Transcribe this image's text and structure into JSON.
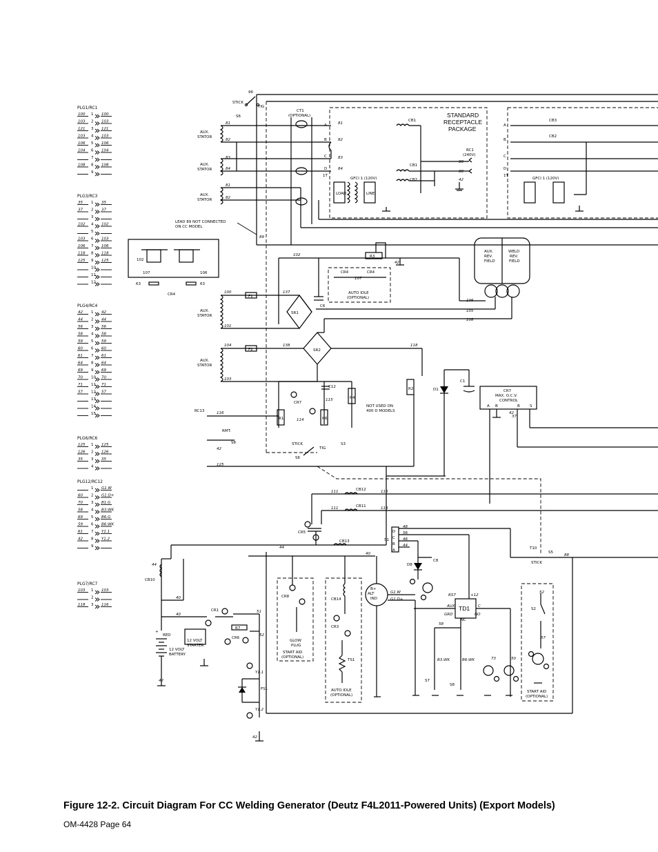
{
  "connectors": [
    {
      "title": "PLG1/RC1",
      "pins": [
        [
          "100",
          "1",
          "100"
        ],
        [
          "103",
          "2",
          "103"
        ],
        [
          "121",
          "3",
          "121"
        ],
        [
          "103",
          "4",
          "103"
        ],
        [
          "106",
          "5",
          "106"
        ],
        [
          "104",
          "6",
          "104"
        ],
        [
          "",
          "7",
          ""
        ],
        [
          "108",
          "8",
          "108"
        ],
        [
          "",
          "9",
          ""
        ]
      ]
    },
    {
      "title": "PLG3/RC3",
      "pins": [
        [
          "35",
          "1",
          "35"
        ],
        [
          "37",
          "2",
          "37"
        ],
        [
          "",
          "3",
          ""
        ],
        [
          "102",
          "4",
          "102"
        ],
        [
          "",
          "5",
          ""
        ],
        [
          "103",
          "6",
          "103"
        ],
        [
          "106",
          "7",
          "106"
        ],
        [
          "118",
          "8",
          "118"
        ],
        [
          "125",
          "9",
          "125"
        ],
        [
          "",
          "10",
          ""
        ],
        [
          "",
          "11",
          ""
        ],
        [
          "",
          "12",
          ""
        ]
      ]
    },
    {
      "title": "PLG4/RC4",
      "pins": [
        [
          "42",
          "1",
          "42"
        ],
        [
          "44",
          "2",
          "44"
        ],
        [
          "56",
          "3",
          "56"
        ],
        [
          "58",
          "4",
          "58"
        ],
        [
          "59",
          "5",
          "59"
        ],
        [
          "60",
          "6",
          "60"
        ],
        [
          "61",
          "7",
          "61"
        ],
        [
          "64",
          "8",
          "64"
        ],
        [
          "69",
          "9",
          "69"
        ],
        [
          "70",
          "10",
          "70"
        ],
        [
          "71",
          "11",
          "71"
        ],
        [
          "57",
          "12",
          "57"
        ],
        [
          "",
          "13",
          ""
        ],
        [
          "",
          "14",
          ""
        ],
        [
          "",
          "15",
          ""
        ]
      ]
    },
    {
      "title": "PLG6/RC6",
      "pins": [
        [
          "125",
          "1",
          "125"
        ],
        [
          "126",
          "2",
          "126"
        ],
        [
          "35",
          "3",
          "35"
        ],
        [
          "",
          "4",
          ""
        ]
      ]
    },
    {
      "title": "PLG12/RC12",
      "pins": [
        [
          "",
          "1",
          "G1.W"
        ],
        [
          "60",
          "2",
          "G1.D+"
        ],
        [
          "70",
          "3",
          "B1.G"
        ],
        [
          "58",
          "4",
          "B3.WK"
        ],
        [
          "69",
          "5",
          "B6.G"
        ],
        [
          "59",
          "6",
          "B6.WK"
        ],
        [
          "61",
          "7",
          "Y1.1"
        ],
        [
          "42",
          "8",
          "Y1.2"
        ],
        [
          "",
          "9",
          ""
        ]
      ]
    },
    {
      "title": "PLG7/RC7",
      "pins": [
        [
          "103",
          "1",
          "103"
        ],
        [
          "",
          "2",
          ""
        ],
        [
          "118",
          "3",
          "116"
        ]
      ]
    }
  ],
  "labels": {
    "stick": "STICK",
    "tig": "TIG",
    "s6": "S6",
    "w96": "96",
    "aux_stator": "AUX. STATOR",
    "ct1": "CT1",
    "optional": "(OPTIONAL)",
    "std_receptacle_1": "STANDARD",
    "std_receptacle_2": "RECEPTACLE",
    "std_receptacle_3": "PACKAGE",
    "cb1": "CB1",
    "cb2": "CB2",
    "cb3": "CB3",
    "gfci1": "GFCI 1 (120V)",
    "gfci1b": "GFCI 1 (120V)",
    "rc1": "RC1",
    "rc1v": "(240V)",
    "lead89": "LEAD 89 NOT CONNECTED",
    "lead89b": "ON CC MODEL",
    "cr4": "CR4",
    "r3": "R3",
    "auto_idle": "AUTO IDLE",
    "auto_idle_opt": "(OPTIONAL)",
    "aux_rev_field": "AUX. REV. FIELD",
    "weld_rev_field": "WELD REV. FIELD",
    "f1": "F1",
    "f2": "F2",
    "sr1": "SR1",
    "sr2": "SR2",
    "c6": "C6",
    "c1": "C1",
    "d1": "D1",
    "c12": "C12",
    "cr7": "CR7",
    "r1": "R1",
    "r6": "R6",
    "r4": "R4",
    "r2": "R2",
    "cr7_box": "CR7",
    "max_ocv_1": "MAX. O.C.V.",
    "max_ocv_2": "CONTROL",
    "not_used_1": "NOT USED ON",
    "not_used_2": "400 D MODELS",
    "rc13": "RC13",
    "rmt": "RMT.",
    "s8": "S8",
    "s3": "S3",
    "cb12": "CB12",
    "cb11": "CB11",
    "cb13": "CB13",
    "cr5": "CR5",
    "s1": "S1",
    "t10": "T10",
    "s5": "S5",
    "stick2": "STICK",
    "cb10": "CB10",
    "red": "RED",
    "battery_1": "12 VOLT",
    "battery_2": "BATTERY",
    "starter_1": "12 VOLT",
    "starter_2": "STARTER",
    "cr1": "CR1",
    "r7": "R7",
    "cr6": "CR6",
    "fs1": "FS1",
    "cr8": "CR8",
    "glow_1": "GLOW",
    "glow_2": "PLUG",
    "start_aid_1": "START AID",
    "start_aid_opt": "(OPTIONAL)",
    "cb14": "CB14",
    "cr3": "CR3",
    "ts1": "TS1",
    "alt": "B+ ALT IND",
    "d8": "D8",
    "c8": "C8",
    "td1": "TD1",
    "s7": "S7",
    "s8b": "S8",
    "s2": "S2",
    "start_aid_b": "START AID",
    "start_aid_b_opt": "(OPTIONAL)"
  },
  "caption": "Figure 12-2. Circuit Diagram For CC Welding Generator (Deutz F4L2011-Powered Units) (Export Models)",
  "page_number": "OM-4428 Page 64"
}
